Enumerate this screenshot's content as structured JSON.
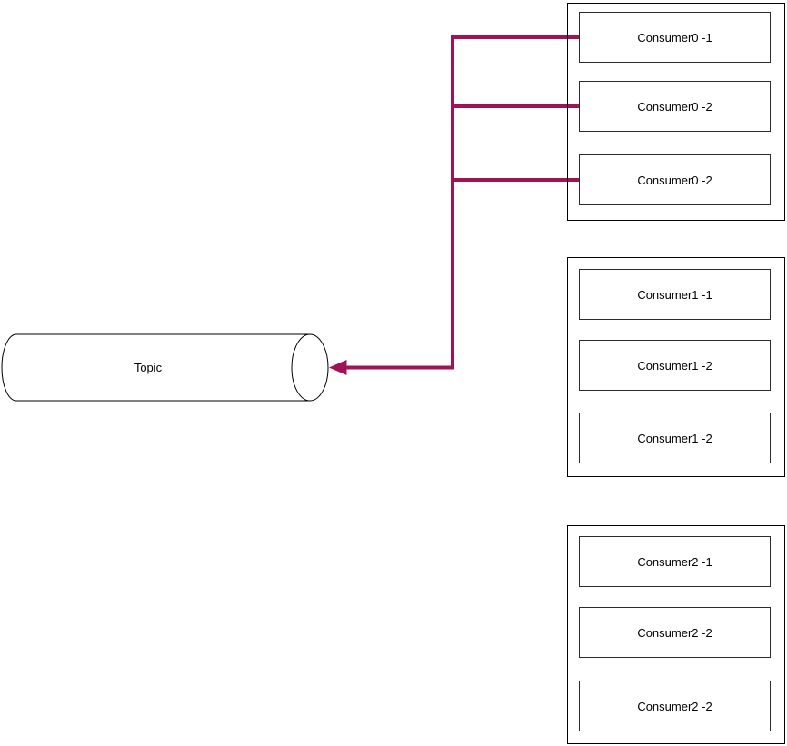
{
  "topic": {
    "label": "Topic",
    "shape": "horizontal-cylinder"
  },
  "groups": [
    {
      "id": "consumer-group-0",
      "consumers": [
        "Consumer0 -1",
        "Consumer0 -2",
        "Consumer0 -2"
      ]
    },
    {
      "id": "consumer-group-1",
      "consumers": [
        "Consumer1 -1",
        "Consumer1 -2",
        "Consumer1 -2"
      ]
    },
    {
      "id": "consumer-group-2",
      "consumers": [
        "Consumer2 -1",
        "Consumer2 -2",
        "Consumer2 -2"
      ]
    }
  ],
  "connections": [
    {
      "from": "Consumer0 -1",
      "to": "Topic",
      "arrow": "at-topic"
    },
    {
      "from": "Consumer0 -2",
      "to": "Topic",
      "arrow": "at-topic"
    },
    {
      "from": "Consumer0 -2",
      "to": "Topic",
      "arrow": "at-topic"
    }
  ],
  "colors": {
    "connector": "#A01456",
    "border": "#000000",
    "background": "#FFFFFF"
  },
  "icons": {
    "arrowhead": "left-arrowhead"
  }
}
